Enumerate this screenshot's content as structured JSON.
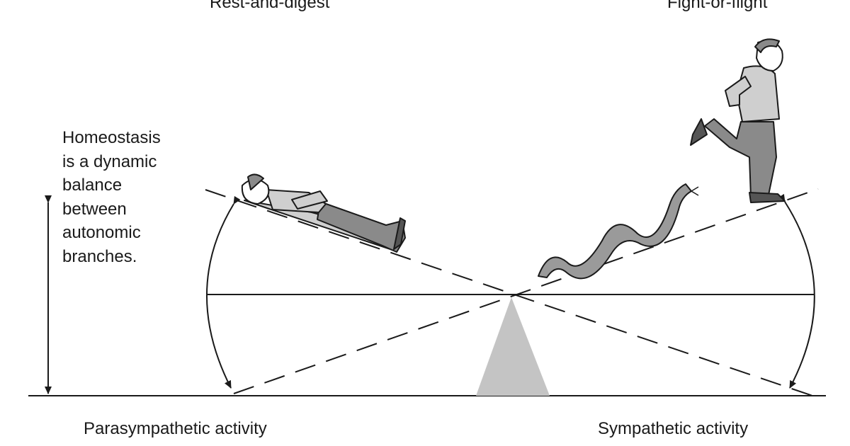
{
  "labels": {
    "top_left": "Rest-and-digest",
    "top_right": "Fight-or-flight",
    "bottom_left": "Parasympathetic activity",
    "bottom_right": "Sympathetic activity"
  },
  "homeostasis_lines": [
    "Homeostasis",
    "is a dynamic",
    "balance",
    "between",
    "autonomic",
    "branches."
  ],
  "colors": {
    "line": "#1a1a1a",
    "fulcrum": "#c4c4c4",
    "figure_fill": "#cfcfcf",
    "figure_dark": "#8a8a8a"
  }
}
